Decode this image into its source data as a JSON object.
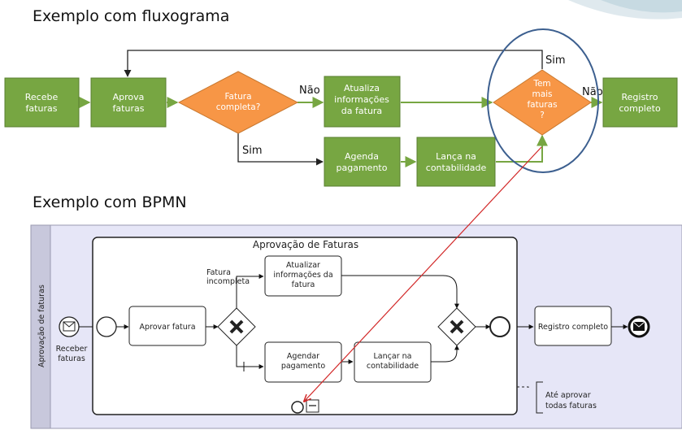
{
  "titles": {
    "flowchart": "Exemplo com fluxograma",
    "bpmn": "Exemplo com BPMN"
  },
  "flowchart": {
    "recebe": [
      "Recebe",
      "faturas"
    ],
    "aprova": [
      "Aprova",
      "faturas"
    ],
    "fatura_completa": [
      "Fatura",
      "completa?"
    ],
    "atualiza": [
      "Atualiza",
      "informações",
      "da fatura"
    ],
    "agenda": [
      "Agenda",
      "pagamento"
    ],
    "lanca": [
      "Lança na",
      "contabilidade"
    ],
    "tem_mais": [
      "Tem",
      "mais",
      "faturas",
      "?"
    ],
    "registro": [
      "Registro",
      "completo"
    ],
    "labels": {
      "nao1": "Não",
      "sim1": "Sim",
      "sim2": "Sim",
      "nao2": "Não"
    }
  },
  "bpmn": {
    "lane": "Aprovação de faturas",
    "subprocess": "Aprovação de Faturas",
    "receber": [
      "Receber",
      "faturas"
    ],
    "aprovar": "Aprovar fatura",
    "fatura_incompleta": [
      "Fatura",
      "incompleta"
    ],
    "atualizar": [
      "Atualizar",
      "informações da",
      "fatura"
    ],
    "agendar": [
      "Agendar",
      "pagamento"
    ],
    "lancar": [
      "Lançar na",
      "contabilidade"
    ],
    "registro": "Registro completo",
    "annotation": [
      "Até aprovar",
      "todas faturas"
    ]
  },
  "colors": {
    "green": "#77a642",
    "orange": "#f79646",
    "lane_fill": "#e6e6f7",
    "highlight": "#3c5f8f",
    "red_arrow": "#d22828"
  }
}
